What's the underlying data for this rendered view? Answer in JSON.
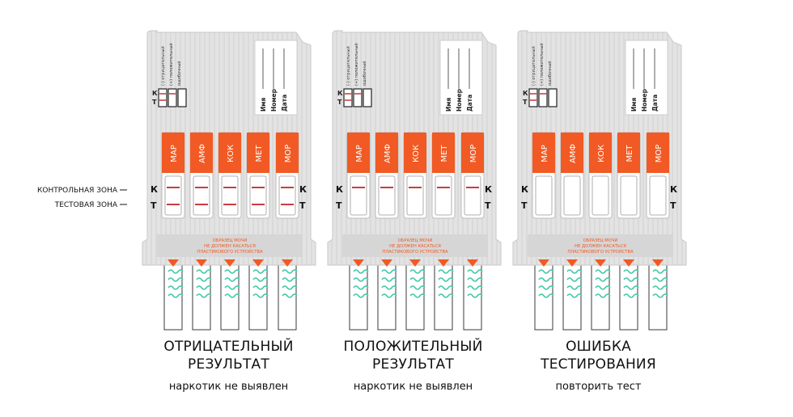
{
  "side_labels": {
    "control_zone": "КОНТРОЛЬНАЯ ЗОНА",
    "test_zone": "ТЕСТОВАЯ ЗОНА"
  },
  "legend": {
    "negative": "(-) отрицательный",
    "positive": "(+) положительный",
    "error": "ошибочный"
  },
  "info_fields": [
    "Имя",
    "Номер",
    "Дата"
  ],
  "zone_letters": {
    "control": "К",
    "test": "Т"
  },
  "drugs": [
    "МАР",
    "АМФ",
    "КОК",
    "МЕТ",
    "МОР"
  ],
  "sample_warning": [
    "ОБРАЗЕЦ МОЧИ",
    "НЕ ДОЛЖЕН КАСАТЬСЯ",
    "ПЛАСТИКОВОГО УСТРОЙСТВА"
  ],
  "colors": {
    "accent": "#f15a24",
    "line_red": "#c1272d",
    "card_bg": "#e3e3e3",
    "card_border": "#cfcfcf",
    "wave": "#41c9a8"
  },
  "panels": [
    {
      "title_line1": "ОТРИЦАТЕЛЬНЫЙ",
      "title_line2": "РЕЗУЛЬТАТ",
      "subtitle": "наркотик не выявлен",
      "control_line": true,
      "test_line": true
    },
    {
      "title_line1": "ПОЛОЖИТЕЛЬНЫЙ",
      "title_line2": "РЕЗУЛЬТАТ",
      "subtitle": "наркотик не выявлен",
      "control_line": true,
      "test_line": false
    },
    {
      "title_line1": "ОШИБКА",
      "title_line2": "ТЕСТИРОВАНИЯ",
      "subtitle": "повторить тест",
      "control_line": false,
      "test_line": false
    }
  ]
}
